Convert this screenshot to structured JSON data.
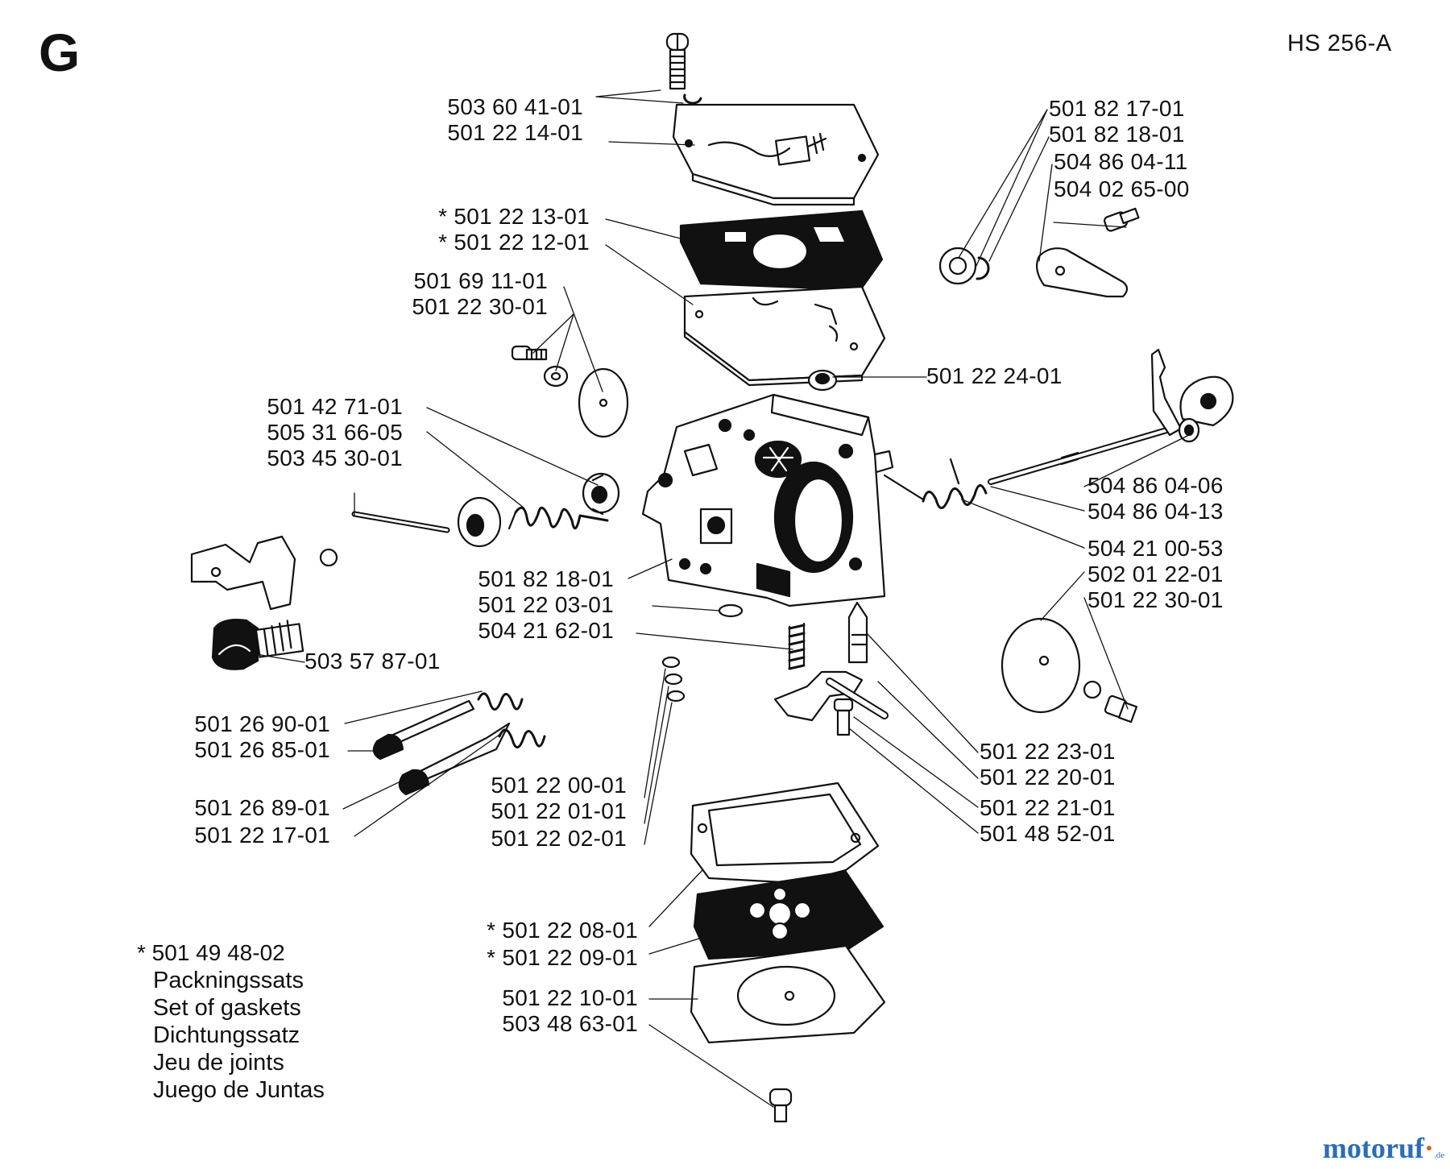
{
  "section_letter": "G",
  "drawing_code": "HS 256-A",
  "part_numbers": {
    "p1": "503 60 41-01",
    "p2": "501 22 14-01",
    "p3": "* 501 22 13-01",
    "p4": "* 501 22 12-01",
    "p5": "501 69 11-01",
    "p6": "501 22 30-01",
    "p7": "501 42 71-01",
    "p8": "505 31 66-05",
    "p9": "503 45 30-01",
    "p10": "501 82 18-01",
    "p11": "501 22 03-01",
    "p12": "504 21 62-01",
    "p13": "503 57 87-01",
    "p14": "501 26 90-01",
    "p15": "501 26 85-01",
    "p16": "501 26 89-01",
    "p17": "501 22 17-01",
    "p18": "501 22 00-01",
    "p19": "501 22 01-01",
    "p20": "501 22 02-01",
    "p21": "* 501 22 08-01",
    "p22": "* 501 22 09-01",
    "p23": "501 22 10-01",
    "p24": "503 48 63-01",
    "p25": "501 82 17-01",
    "p26": "501 82 18-01",
    "p27": "504 86 04-11",
    "p28": "504 02 65-00",
    "p29": "501 22 24-01",
    "p30": "504 86 04-06",
    "p31": "504 86 04-13",
    "p32": "504 21 00-53",
    "p33": "502 01 22-01",
    "p34": "501 22 30-01",
    "p35": "501 22 23-01",
    "p36": "501 22 20-01",
    "p37": "501 22 21-01",
    "p38": "501 48 52-01"
  },
  "gasket_kit": {
    "part_number": "* 501 49 48-02",
    "names": [
      "Packningssats",
      "Set of gaskets",
      "Dichtungssatz",
      "Jeu de joints",
      "Juego de Juntas"
    ]
  },
  "watermark": {
    "brand_main": "motoruf",
    "brand_accent": "·",
    "brand_tld": ".de",
    "colors": {
      "blue": "#2d6db5",
      "orange": "#d6622a"
    }
  }
}
